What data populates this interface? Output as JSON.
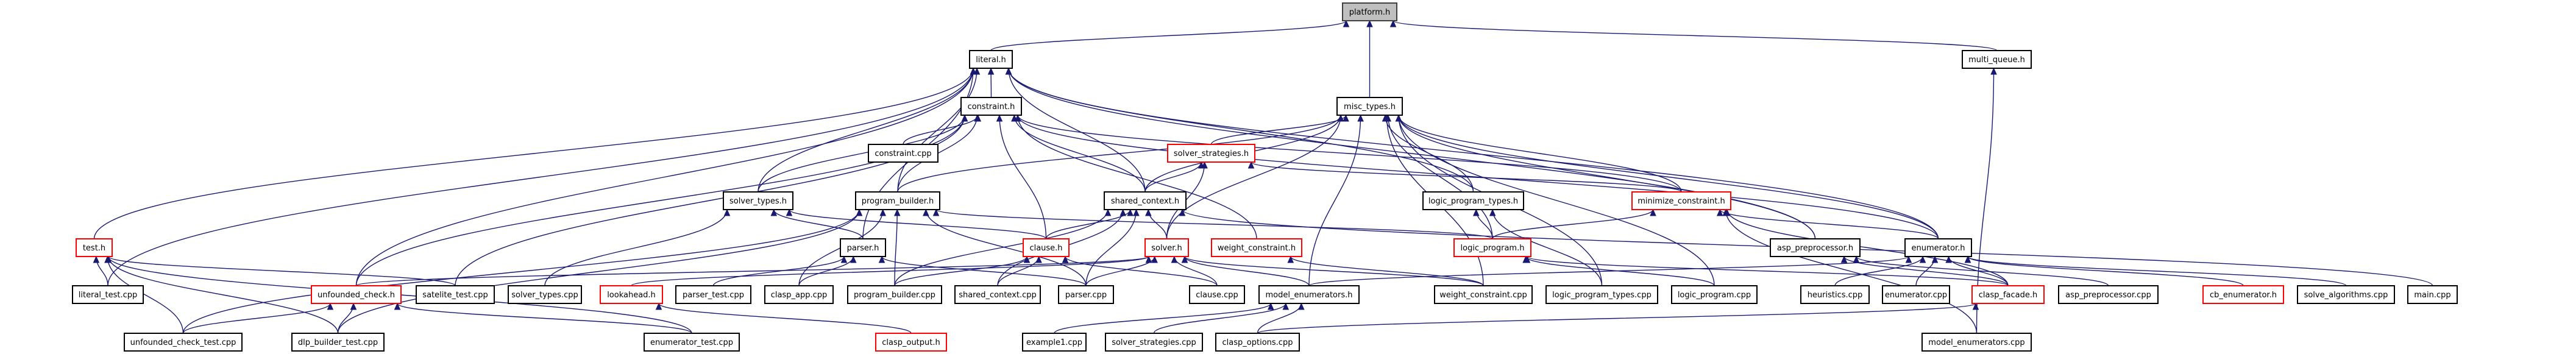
{
  "title": "platform.h include dependency graph",
  "colors": {
    "edge": "#191970",
    "node_border": "#000000",
    "truncated_border": "#ff0000",
    "root_fill": "#bfbfbf",
    "node_fill": "#ffffff"
  },
  "nodes": [
    {
      "id": "platform_h",
      "label": "platform.h",
      "kind": "root"
    },
    {
      "id": "literal_h",
      "label": "literal.h",
      "kind": "normal"
    },
    {
      "id": "multi_queue_h",
      "label": "multi_queue.h",
      "kind": "normal"
    },
    {
      "id": "constraint_h",
      "label": "constraint.h",
      "kind": "normal"
    },
    {
      "id": "misc_types_h",
      "label": "misc_types.h",
      "kind": "normal"
    },
    {
      "id": "constraint_cpp",
      "label": "constraint.cpp",
      "kind": "normal"
    },
    {
      "id": "solver_strategies_h",
      "label": "solver_strategies.h",
      "kind": "truncated"
    },
    {
      "id": "solver_types_h",
      "label": "solver_types.h",
      "kind": "normal"
    },
    {
      "id": "program_builder_h",
      "label": "program_builder.h",
      "kind": "normal"
    },
    {
      "id": "shared_context_h",
      "label": "shared_context.h",
      "kind": "normal"
    },
    {
      "id": "logic_program_types_h",
      "label": "logic_program_types.h",
      "kind": "normal"
    },
    {
      "id": "minimize_constraint_h",
      "label": "minimize_constraint.h",
      "kind": "truncated"
    },
    {
      "id": "test_h",
      "label": "test.h",
      "kind": "truncated"
    },
    {
      "id": "parser_h",
      "label": "parser.h",
      "kind": "normal"
    },
    {
      "id": "clause_h",
      "label": "clause.h",
      "kind": "truncated"
    },
    {
      "id": "solver_h",
      "label": "solver.h",
      "kind": "truncated"
    },
    {
      "id": "weight_constraint_h",
      "label": "weight_constraint.h",
      "kind": "truncated"
    },
    {
      "id": "logic_program_h",
      "label": "logic_program.h",
      "kind": "truncated"
    },
    {
      "id": "asp_preprocessor_h",
      "label": "asp_preprocessor.h",
      "kind": "normal"
    },
    {
      "id": "enumerator_h",
      "label": "enumerator.h",
      "kind": "normal"
    },
    {
      "id": "literal_test_cpp",
      "label": "literal_test.cpp",
      "kind": "normal"
    },
    {
      "id": "unfounded_check_h",
      "label": "unfounded_check.h",
      "kind": "truncated"
    },
    {
      "id": "satelite_test_cpp",
      "label": "satelite_test.cpp",
      "kind": "normal"
    },
    {
      "id": "solver_types_cpp",
      "label": "solver_types.cpp",
      "kind": "normal"
    },
    {
      "id": "lookahead_h",
      "label": "lookahead.h",
      "kind": "truncated"
    },
    {
      "id": "parser_test_cpp",
      "label": "parser_test.cpp",
      "kind": "normal"
    },
    {
      "id": "clasp_app_cpp",
      "label": "clasp_app.cpp",
      "kind": "normal"
    },
    {
      "id": "program_builder_cpp",
      "label": "program_builder.cpp",
      "kind": "normal"
    },
    {
      "id": "shared_context_cpp",
      "label": "shared_context.cpp",
      "kind": "normal"
    },
    {
      "id": "parser_cpp",
      "label": "parser.cpp",
      "kind": "normal"
    },
    {
      "id": "clause_cpp",
      "label": "clause.cpp",
      "kind": "normal"
    },
    {
      "id": "model_enumerators_h",
      "label": "model_enumerators.h",
      "kind": "normal"
    },
    {
      "id": "weight_constraint_cpp",
      "label": "weight_constraint.cpp",
      "kind": "normal"
    },
    {
      "id": "logic_program_types_cpp",
      "label": "logic_program_types.cpp",
      "kind": "normal"
    },
    {
      "id": "logic_program_cpp",
      "label": "logic_program.cpp",
      "kind": "normal"
    },
    {
      "id": "heuristics_cpp",
      "label": "heuristics.cpp",
      "kind": "normal"
    },
    {
      "id": "enumerator_cpp",
      "label": "enumerator.cpp",
      "kind": "normal"
    },
    {
      "id": "clasp_facade_h",
      "label": "clasp_facade.h",
      "kind": "truncated"
    },
    {
      "id": "asp_preprocessor_cpp",
      "label": "asp_preprocessor.cpp",
      "kind": "normal"
    },
    {
      "id": "cb_enumerator_h",
      "label": "cb_enumerator.h",
      "kind": "truncated"
    },
    {
      "id": "solve_algorithms_cpp",
      "label": "solve_algorithms.cpp",
      "kind": "normal"
    },
    {
      "id": "main_cpp",
      "label": "main.cpp",
      "kind": "normal"
    },
    {
      "id": "unfounded_check_test_cpp",
      "label": "unfounded_check_test.cpp",
      "kind": "normal"
    },
    {
      "id": "dlp_builder_test_cpp",
      "label": "dlp_builder_test.cpp",
      "kind": "normal"
    },
    {
      "id": "enumerator_test_cpp",
      "label": "enumerator_test.cpp",
      "kind": "normal"
    },
    {
      "id": "clasp_output_h",
      "label": "clasp_output.h",
      "kind": "truncated"
    },
    {
      "id": "example1_cpp",
      "label": "example1.cpp",
      "kind": "normal"
    },
    {
      "id": "solver_strategies_cpp",
      "label": "solver_strategies.cpp",
      "kind": "normal"
    },
    {
      "id": "clasp_options_cpp",
      "label": "clasp_options.cpp",
      "kind": "normal"
    },
    {
      "id": "model_enumerators_cpp",
      "label": "model_enumerators.cpp",
      "kind": "normal"
    }
  ],
  "edges": [
    [
      "literal_h",
      "platform_h"
    ],
    [
      "misc_types_h",
      "platform_h"
    ],
    [
      "multi_queue_h",
      "platform_h"
    ],
    [
      "constraint_h",
      "literal_h"
    ],
    [
      "solver_types_h",
      "literal_h"
    ],
    [
      "test_h",
      "literal_h"
    ],
    [
      "literal_test_cpp",
      "literal_h"
    ],
    [
      "unfounded_check_h",
      "literal_h"
    ],
    [
      "shared_context_h",
      "literal_h"
    ],
    [
      "program_builder_h",
      "literal_h"
    ],
    [
      "logic_program_types_h",
      "literal_h"
    ],
    [
      "enumerator_h",
      "literal_h"
    ],
    [
      "asp_preprocessor_h",
      "literal_h"
    ],
    [
      "parser_h",
      "literal_h"
    ],
    [
      "constraint_cpp",
      "constraint_h"
    ],
    [
      "solver_types_h",
      "constraint_h"
    ],
    [
      "program_builder_h",
      "constraint_h"
    ],
    [
      "shared_context_h",
      "constraint_h"
    ],
    [
      "minimize_constraint_h",
      "constraint_h"
    ],
    [
      "clause_h",
      "constraint_h"
    ],
    [
      "unfounded_check_h",
      "constraint_h"
    ],
    [
      "satelite_test_cpp",
      "constraint_h"
    ],
    [
      "weight_constraint_h",
      "constraint_h"
    ],
    [
      "enumerator_h",
      "constraint_h"
    ],
    [
      "solver_strategies_h",
      "misc_types_h"
    ],
    [
      "shared_context_h",
      "misc_types_h"
    ],
    [
      "program_builder_h",
      "misc_types_h"
    ],
    [
      "logic_program_h",
      "misc_types_h"
    ],
    [
      "minimize_constraint_h",
      "misc_types_h"
    ],
    [
      "logic_program_types_h",
      "misc_types_h"
    ],
    [
      "enumerator_h",
      "misc_types_h"
    ],
    [
      "solver_h",
      "misc_types_h"
    ],
    [
      "model_enumerators_h",
      "misc_types_h"
    ],
    [
      "logic_program_cpp",
      "misc_types_h"
    ],
    [
      "weight_constraint_cpp",
      "misc_types_h"
    ],
    [
      "logic_program_types_cpp",
      "misc_types_h"
    ],
    [
      "asp_preprocessor_h",
      "misc_types_h"
    ],
    [
      "shared_context_h",
      "solver_strategies_h"
    ],
    [
      "solver_h",
      "solver_strategies_h"
    ],
    [
      "minimize_constraint_h",
      "solver_strategies_h"
    ],
    [
      "solver_h",
      "shared_context_h"
    ],
    [
      "clause_h",
      "shared_context_h"
    ],
    [
      "shared_context_cpp",
      "shared_context_h"
    ],
    [
      "parser_cpp",
      "shared_context_h"
    ],
    [
      "program_builder_cpp",
      "shared_context_h"
    ],
    [
      "logic_program_h",
      "logic_program_types_h"
    ],
    [
      "logic_program_types_cpp",
      "logic_program_types_h"
    ],
    [
      "logic_program_h",
      "minimize_constraint_h"
    ],
    [
      "enumerator_h",
      "minimize_constraint_h"
    ],
    [
      "model_enumerators_cpp",
      "minimize_constraint_h"
    ],
    [
      "clasp_facade_h",
      "minimize_constraint_h"
    ],
    [
      "parser_h",
      "solver_types_h"
    ],
    [
      "solver_types_cpp",
      "solver_types_h"
    ],
    [
      "clause_h",
      "solver_types_h"
    ],
    [
      "program_builder_cpp",
      "program_builder_h"
    ],
    [
      "parser_cpp",
      "program_builder_h"
    ],
    [
      "unfounded_check_test_cpp",
      "program_builder_h"
    ],
    [
      "dlp_builder_test_cpp",
      "program_builder_h"
    ],
    [
      "clasp_app_cpp",
      "program_builder_h"
    ],
    [
      "logic_program_h",
      "program_builder_h"
    ],
    [
      "literal_test_cpp",
      "test_h"
    ],
    [
      "unfounded_check_test_cpp",
      "test_h"
    ],
    [
      "dlp_builder_test_cpp",
      "test_h"
    ],
    [
      "enumerator_test_cpp",
      "test_h"
    ],
    [
      "satelite_test_cpp",
      "test_h"
    ],
    [
      "parser_test_cpp",
      "parser_h"
    ],
    [
      "parser_cpp",
      "parser_h"
    ],
    [
      "clasp_app_cpp",
      "parser_h"
    ],
    [
      "clause_cpp",
      "clause_h"
    ],
    [
      "shared_context_cpp",
      "clause_h"
    ],
    [
      "program_builder_cpp",
      "clause_h"
    ],
    [
      "lookahead_h",
      "solver_h"
    ],
    [
      "clause_cpp",
      "solver_h"
    ],
    [
      "model_enumerators_h",
      "solver_h"
    ],
    [
      "weight_constraint_cpp",
      "solver_h"
    ],
    [
      "parser_cpp",
      "solver_h"
    ],
    [
      "unfounded_check_h",
      "solver_h"
    ],
    [
      "weight_constraint_cpp",
      "weight_constraint_h"
    ],
    [
      "logic_program_cpp",
      "logic_program_h"
    ],
    [
      "clasp_facade_h",
      "logic_program_h"
    ],
    [
      "asp_preprocessor_cpp",
      "asp_preprocessor_h"
    ],
    [
      "clasp_facade_h",
      "asp_preprocessor_h"
    ],
    [
      "enumerator_cpp",
      "enumerator_h"
    ],
    [
      "heuristics_cpp",
      "enumerator_h"
    ],
    [
      "clasp_facade_h",
      "enumerator_h"
    ],
    [
      "cb_enumerator_h",
      "enumerator_h"
    ],
    [
      "solve_algorithms_cpp",
      "enumerator_h"
    ],
    [
      "model_enumerators_h",
      "enumerator_h"
    ],
    [
      "dlp_builder_test_cpp",
      "unfounded_check_h"
    ],
    [
      "unfounded_check_test_cpp",
      "unfounded_check_h"
    ],
    [
      "enumerator_test_cpp",
      "unfounded_check_h"
    ],
    [
      "clasp_output_h",
      "lookahead_h"
    ],
    [
      "example1_cpp",
      "model_enumerators_h"
    ],
    [
      "solver_strategies_cpp",
      "model_enumerators_h"
    ],
    [
      "clasp_options_cpp",
      "model_enumerators_h"
    ],
    [
      "clasp_options_cpp",
      "clasp_facade_h"
    ],
    [
      "model_enumerators_cpp",
      "multi_queue_h"
    ],
    [
      "main_cpp",
      "shared_context_h"
    ]
  ]
}
